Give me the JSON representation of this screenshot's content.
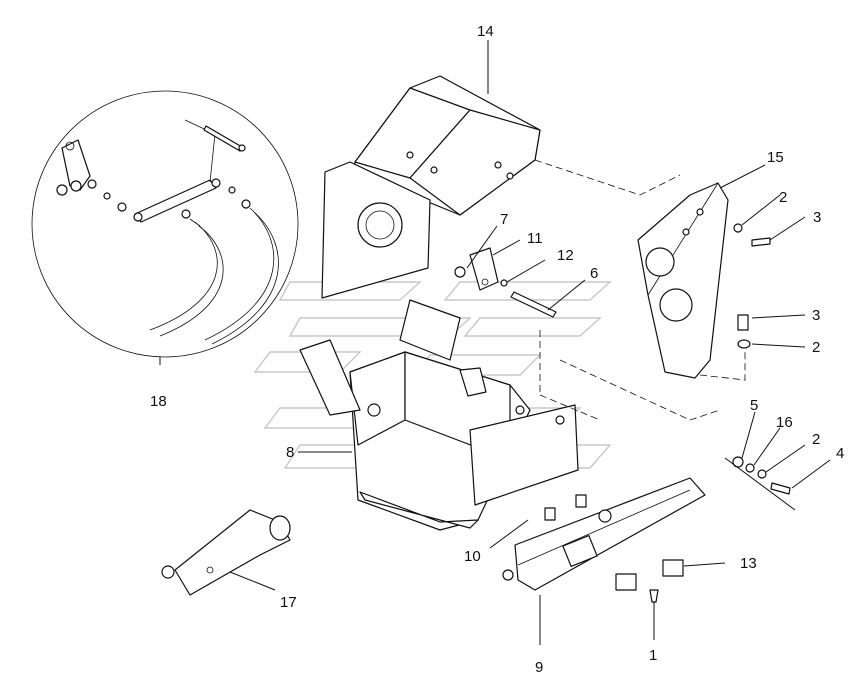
{
  "callouts": {
    "c1": "1",
    "c2a": "2",
    "c2b": "2",
    "c2c": "2",
    "c3a": "3",
    "c3b": "3",
    "c4": "4",
    "c5": "5",
    "c6": "6",
    "c7": "7",
    "c8": "8",
    "c9": "9",
    "c10": "10",
    "c11": "11",
    "c12": "12",
    "c13": "13",
    "c14": "14",
    "c15": "15",
    "c16": "16",
    "c17": "17",
    "c18": "18"
  }
}
